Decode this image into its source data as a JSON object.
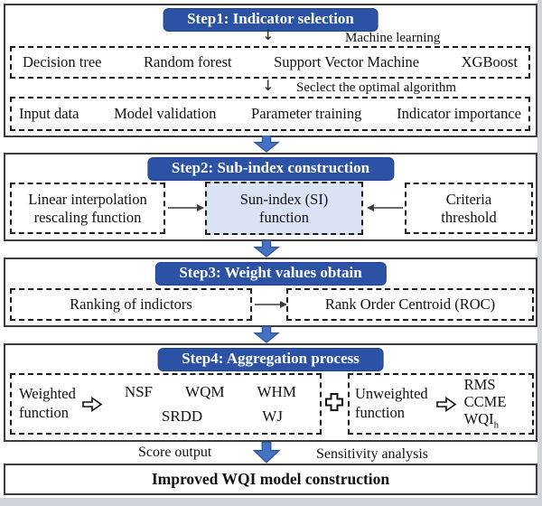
{
  "colors": {
    "step_header_blue": "#2B52A5",
    "flow_arrow_blue": "#4472C4",
    "flow_arrow_border": "#2F5597",
    "sub_index_box_fill": "#D9E3F3",
    "section_border": "#3D3D3D"
  },
  "icons": {
    "down_arrow": "↓"
  },
  "step1": {
    "title": "Step1: Indicator selection",
    "flow_label_1": "Machine learning",
    "algorithms": [
      "Decision tree",
      "Random forest",
      "Support Vector Machine",
      "XGBoost"
    ],
    "flow_label_2": "Seclect the optimal algorithm",
    "components": [
      "Input data",
      "Model validation",
      "Parameter training",
      "Indicator importance"
    ]
  },
  "step2": {
    "title": "Step2: Sub-index construction",
    "left_box": {
      "line1": "Linear interpolation",
      "line2": "rescaling function"
    },
    "center_box": {
      "line1": "Sun-index (SI)",
      "line2": "function"
    },
    "right_box": {
      "line1": "Criteria",
      "line2": "threshold"
    }
  },
  "step3": {
    "title": "Step3: Weight values obtain",
    "left_box": "Ranking of indictors",
    "right_box": "Rank Order Centroid (ROC)"
  },
  "step4": {
    "title": "Step4: Aggregation process",
    "weighted": {
      "label_line1": "Weighted",
      "label_line2": "function",
      "methods_row1": [
        "NSF",
        "WQM",
        "WHM"
      ],
      "methods_row2": [
        "SRDD",
        "WJ"
      ]
    },
    "unweighted": {
      "label_line1": "Unweighted",
      "label_line2": "function",
      "methods": [
        "RMS",
        "CCME"
      ],
      "method_sub_base": "WQI",
      "method_sub": "h"
    }
  },
  "footer": {
    "score_label": "Score output",
    "sensitivity_label": "Sensitivity analysis",
    "final_box": "Improved WQI model construction"
  }
}
